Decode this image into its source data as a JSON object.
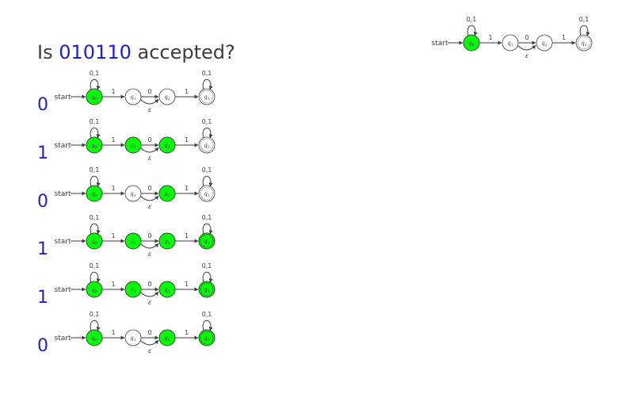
{
  "title": {
    "prefix": "Is",
    "word": "010110",
    "suffix": "accepted?"
  },
  "automaton": {
    "start_label": "start",
    "states": [
      "q0",
      "q1",
      "q2",
      "q3"
    ],
    "accepting": "q3",
    "loop_labels": {
      "q0": "0,1",
      "q3": "0,1"
    },
    "transitions": [
      {
        "from": "q0",
        "to": "q1",
        "label": "1"
      },
      {
        "from": "q1",
        "to": "q2",
        "label": "0"
      },
      {
        "from": "q1",
        "to": "q2",
        "label": "ε"
      },
      {
        "from": "q2",
        "to": "q3",
        "label": "1"
      }
    ]
  },
  "steps": [
    {
      "symbol": "0",
      "active": [
        "q0"
      ]
    },
    {
      "symbol": "1",
      "active": [
        "q0",
        "q1",
        "q2"
      ]
    },
    {
      "symbol": "0",
      "active": [
        "q0",
        "q2"
      ]
    },
    {
      "symbol": "1",
      "active": [
        "q0",
        "q1",
        "q2",
        "q3"
      ]
    },
    {
      "symbol": "1",
      "active": [
        "q0",
        "q1",
        "q2",
        "q3"
      ]
    },
    {
      "symbol": "0",
      "active": [
        "q0",
        "q2",
        "q3"
      ]
    }
  ],
  "colors": {
    "active_fill": "#00ff00",
    "text": "#3d3d3d",
    "highlight": "#1f1fcf"
  }
}
